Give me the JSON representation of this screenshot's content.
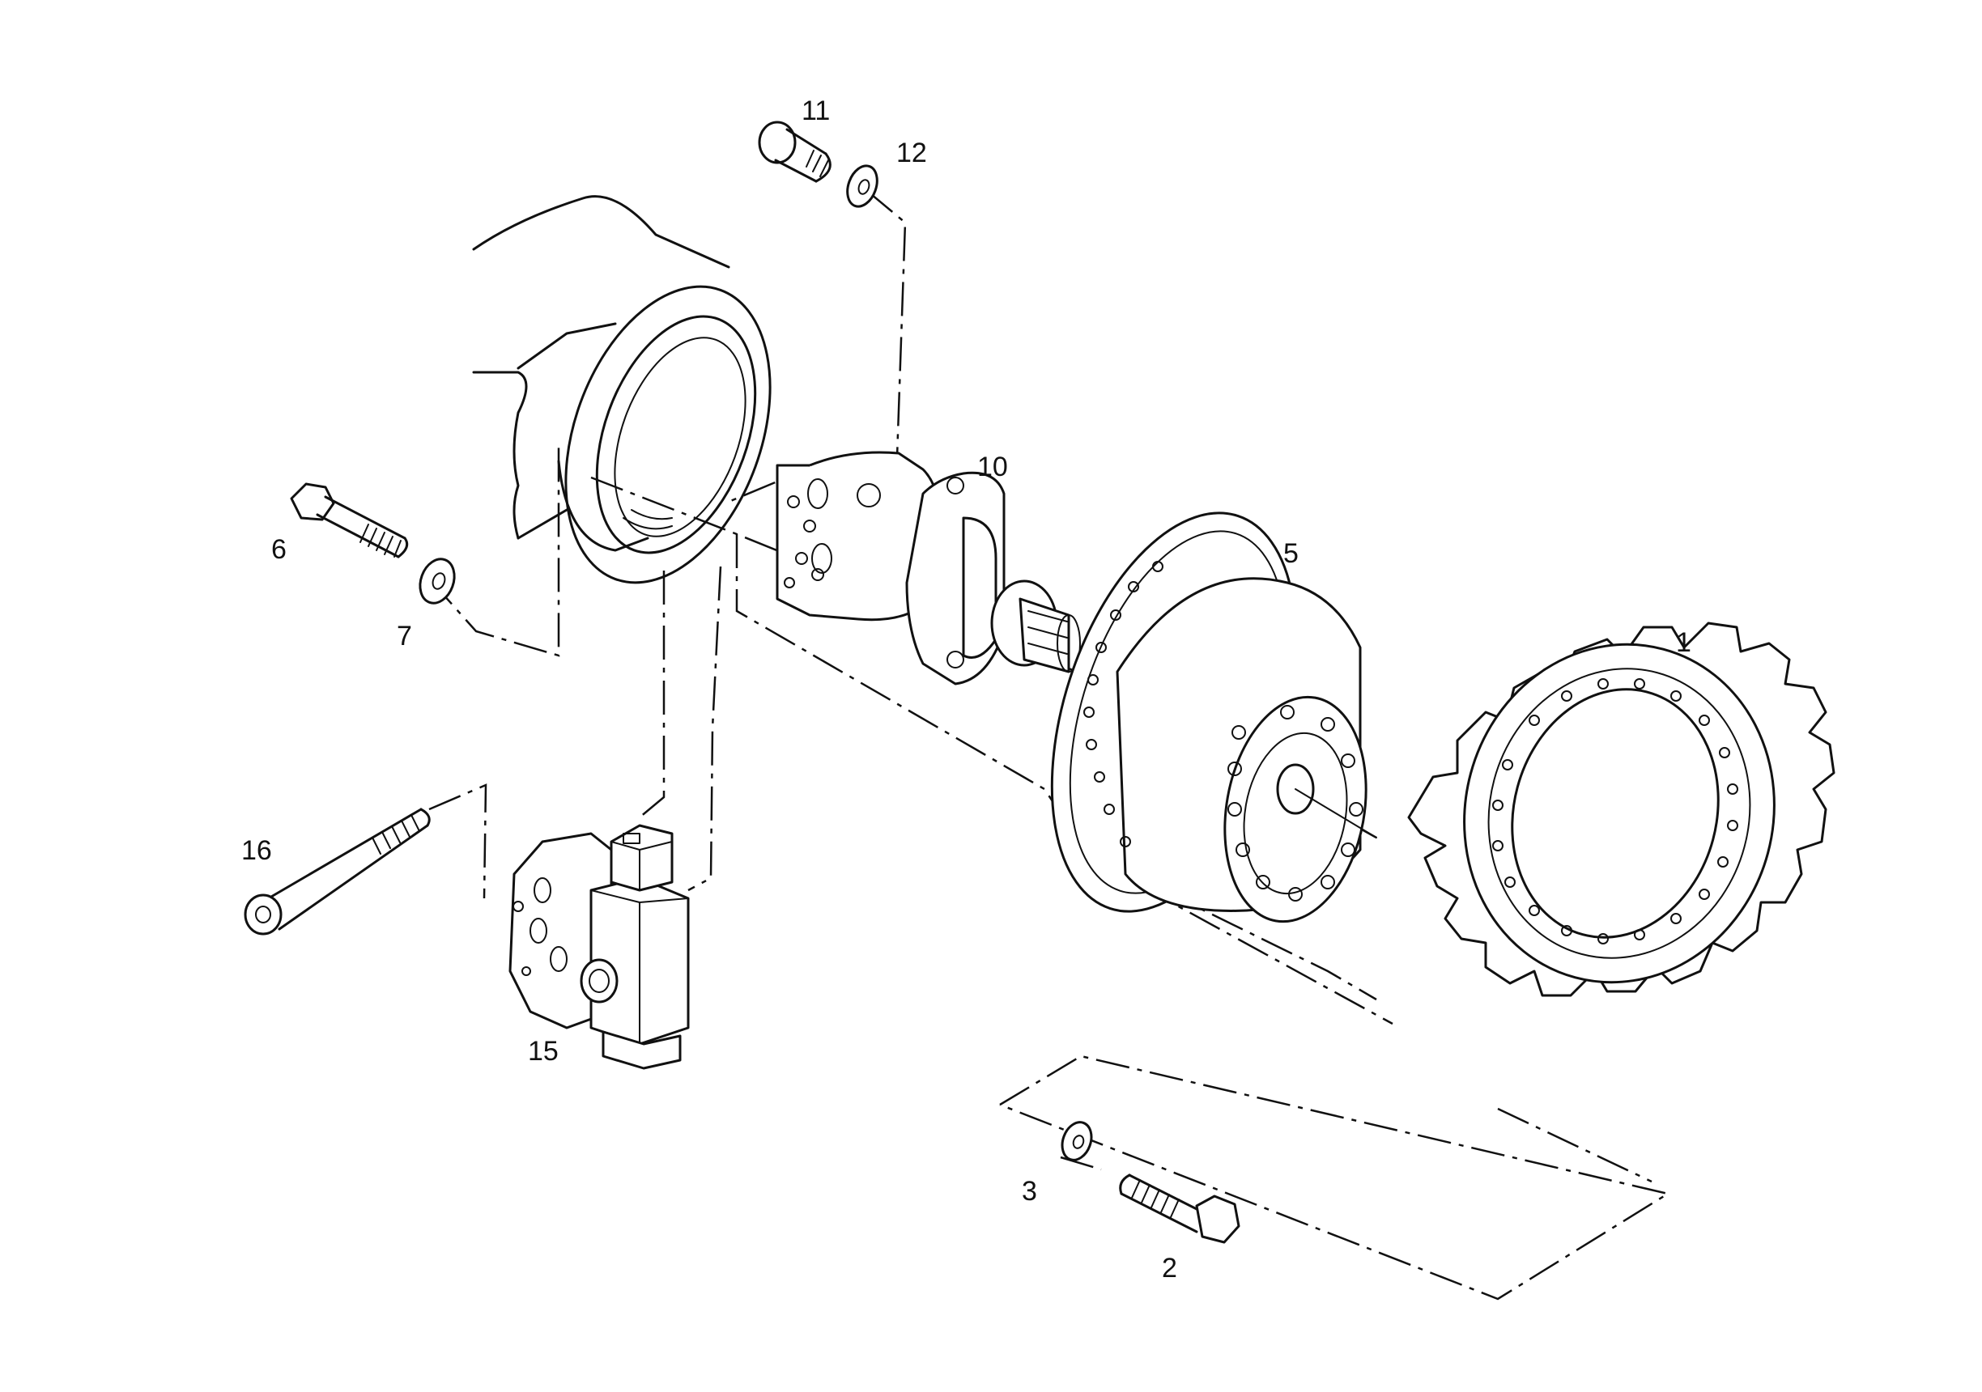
{
  "callouts": {
    "p1": "1",
    "p2": "2",
    "p3": "3",
    "p5": "5",
    "p6": "6",
    "p7": "7",
    "p10": "10",
    "p11": "11",
    "p12": "12",
    "p15": "15",
    "p16": "16"
  },
  "parts": [
    {
      "ref": "1",
      "name": "sprocket"
    },
    {
      "ref": "2",
      "name": "bolt"
    },
    {
      "ref": "3",
      "name": "washer"
    },
    {
      "ref": "5",
      "name": "final-drive-gearbox"
    },
    {
      "ref": "6",
      "name": "bolt"
    },
    {
      "ref": "7",
      "name": "washer"
    },
    {
      "ref": "10",
      "name": "hydraulic-motor"
    },
    {
      "ref": "11",
      "name": "capscrew"
    },
    {
      "ref": "12",
      "name": "washer"
    },
    {
      "ref": "15",
      "name": "valve-block"
    },
    {
      "ref": "16",
      "name": "capscrew"
    }
  ],
  "style": {
    "line_color": "#111111",
    "background": "#ffffff"
  }
}
